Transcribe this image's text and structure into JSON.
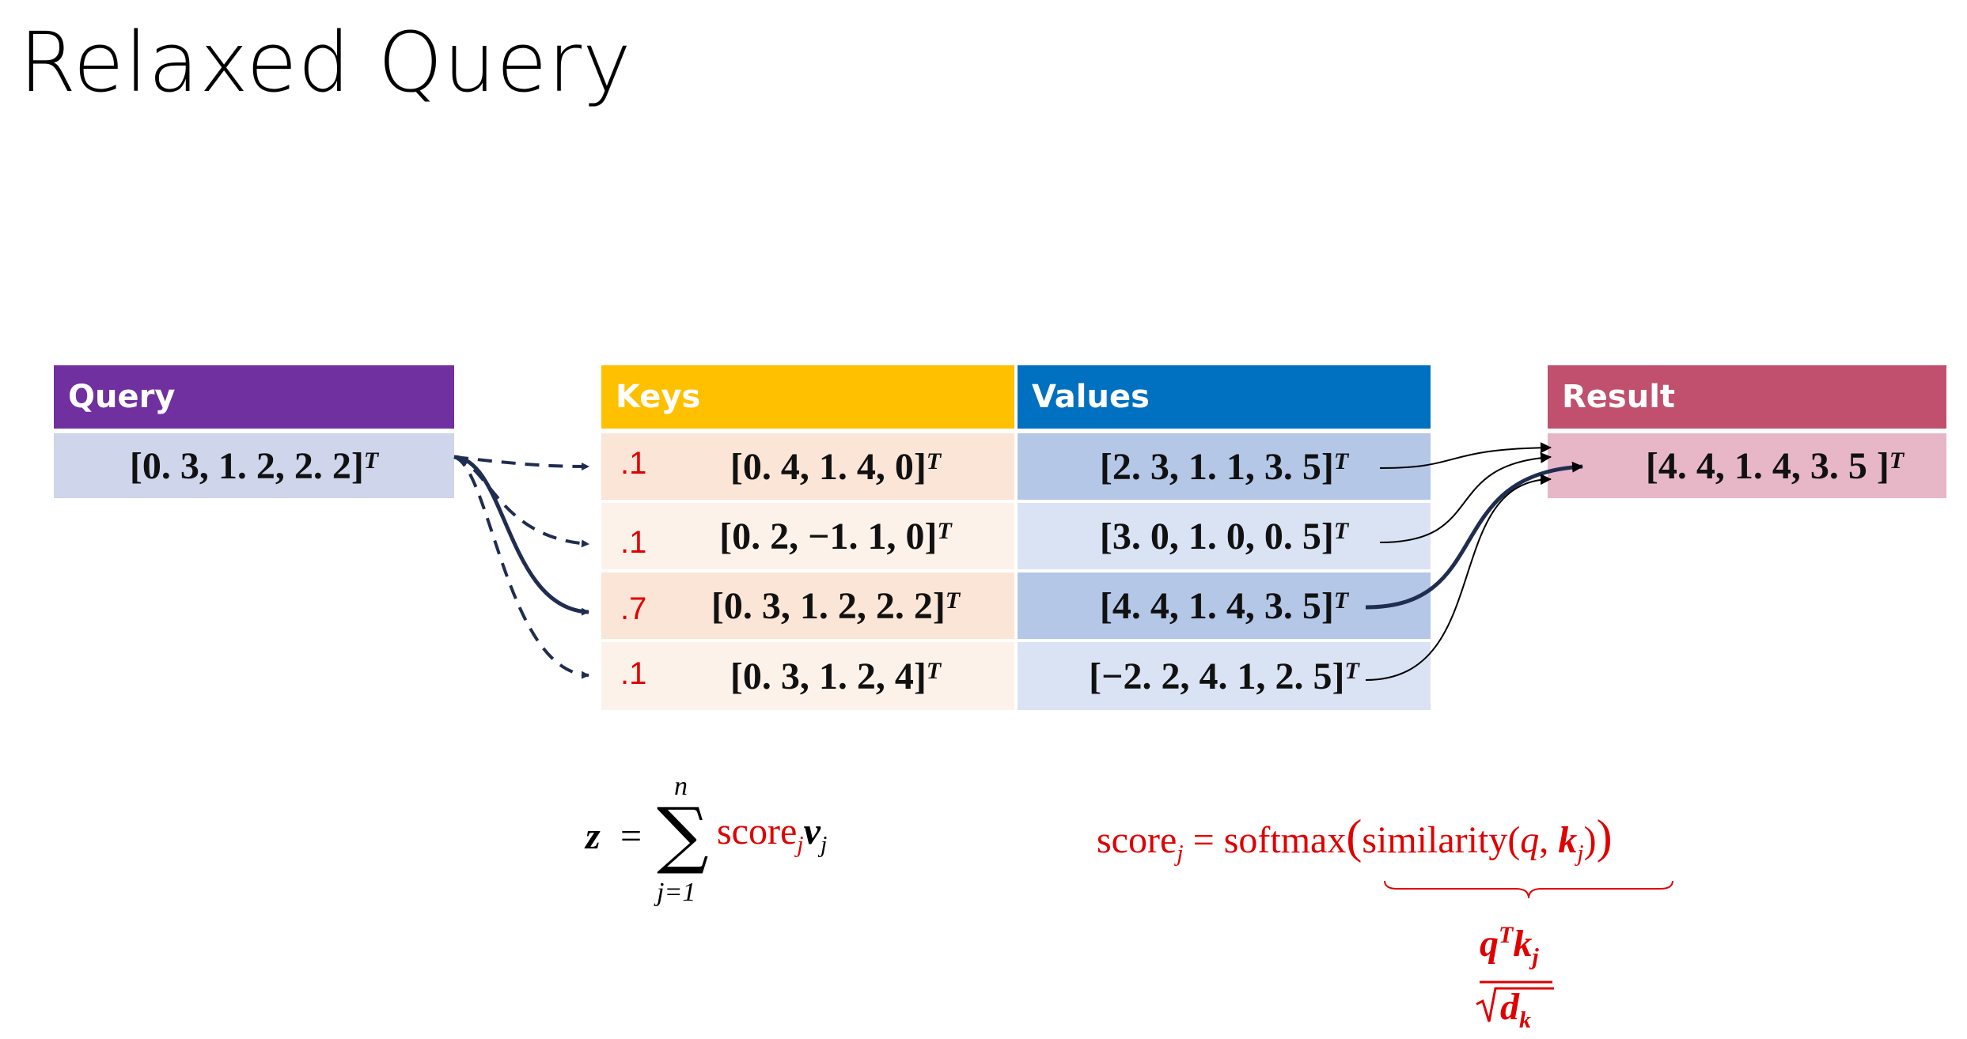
{
  "title": "Relaxed Query",
  "colors": {
    "query_header": "#7030a0",
    "query_cell": "#cfd5ea",
    "keys_header": "#ffc000",
    "keys_dark": "#fbe5d6",
    "keys_light": "#fdf2e9",
    "values_header": "#0070c0",
    "values_dark": "#b4c7e7",
    "values_light": "#dae3f3",
    "result_header": "#c0506e",
    "result_cell": "#e8b7c7",
    "score": "#e00000",
    "arrow": "#1f2d50"
  },
  "query": {
    "header": "Query",
    "value": "[0. 3, 1. 2, 2. 2]",
    "sup": "T"
  },
  "keys": {
    "header": "Keys"
  },
  "values": {
    "header": "Values"
  },
  "result": {
    "header": "Result",
    "value": "[4. 4, 1. 4, 3. 5 ]",
    "sup": "T"
  },
  "rows": [
    {
      "score": ".1",
      "key": "[0. 4, 1. 4, 0]",
      "value": "[2. 3, 1. 1, 3. 5]",
      "sup": "T"
    },
    {
      "score": ".1",
      "key": "[0. 2, −1. 1, 0]",
      "value": "[3. 0, 1. 0, 0. 5]",
      "sup": "T"
    },
    {
      "score": ".7",
      "key": "[0. 3, 1. 2, 2. 2]",
      "value": "[4. 4, 1. 4, 3. 5]",
      "sup": "T"
    },
    {
      "score": ".1",
      "key": "[0. 3, 1. 2, 4]",
      "value": "[−2. 2, 4. 1, 2. 5]",
      "sup": "T"
    }
  ],
  "formula_z": {
    "lhs": "z",
    "eq": "=",
    "sum_upper": "n",
    "sum_lower": "j=1",
    "sigma": "∑",
    "score": "score",
    "score_sub": "j",
    "v": "v",
    "v_sub": "j"
  },
  "formula_score": {
    "score": "score",
    "score_sub": "j",
    "eq": "=",
    "softmax": "softmax",
    "similarity": "similarity",
    "q": "q",
    "k": "k",
    "k_sub": "j",
    "numerator_q": "q",
    "numerator_T": "T",
    "numerator_k": "k",
    "numerator_sub": "j",
    "denominator_d": "d",
    "denominator_sub": "k"
  }
}
